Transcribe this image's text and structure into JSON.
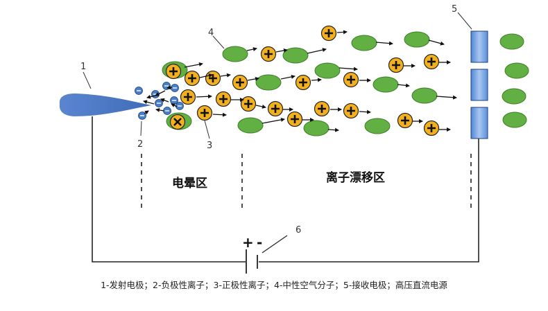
{
  "labels": {
    "emitter": "1",
    "negative_ion": "2",
    "positive_ion": "3",
    "neutral_molecule": "4",
    "collector": "5",
    "power_supply": "6"
  },
  "zones": {
    "corona": "电晕区",
    "drift": "离子漂移区"
  },
  "polarity": {
    "plus": "+",
    "minus": "-"
  },
  "legend": "1-发射电极；2-负极性离子；3-正极性离子；4-中性空气分子；5-接收电极；高压直流电源",
  "colors": {
    "emitter": "#4a78c8",
    "negative_ion": "#4a7fc8",
    "positive_ion": "#f2b01e",
    "neutral_molecule": "#62b043",
    "collector": "#6a9ce0",
    "wire": "#222222"
  }
}
